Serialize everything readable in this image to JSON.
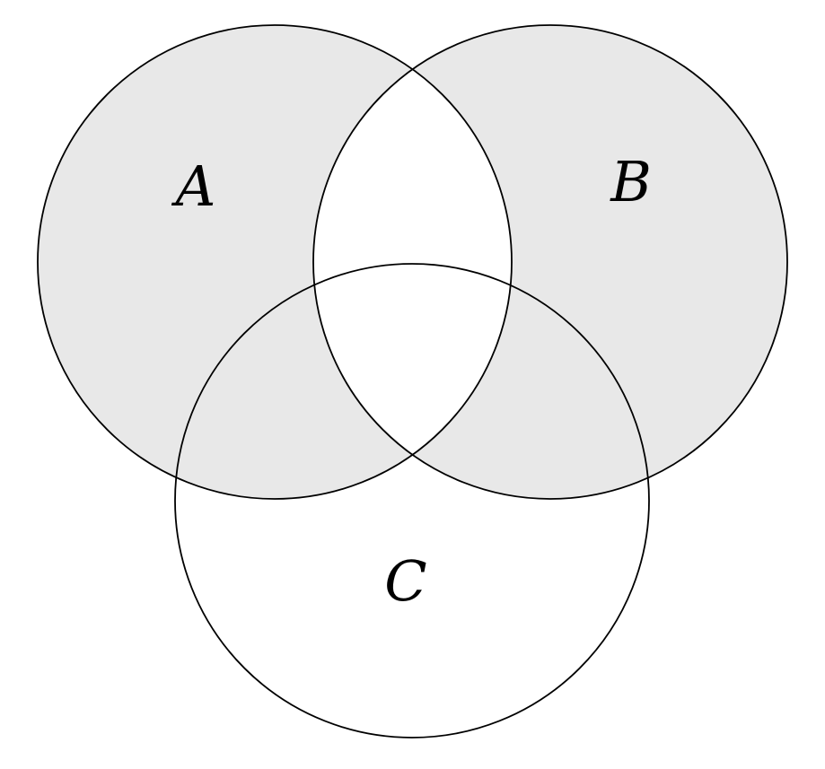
{
  "diagram": {
    "type": "venn-diagram",
    "sets": [
      {
        "label": "A",
        "shaded": true
      },
      {
        "label": "B",
        "shaded": true
      },
      {
        "label": "C",
        "shaded": false
      }
    ],
    "shaded_region": "symmetric difference of A and B"
  },
  "colors": {
    "shade_fill": "#e8e8e8",
    "stroke": "#000000",
    "background": "#ffffff"
  }
}
